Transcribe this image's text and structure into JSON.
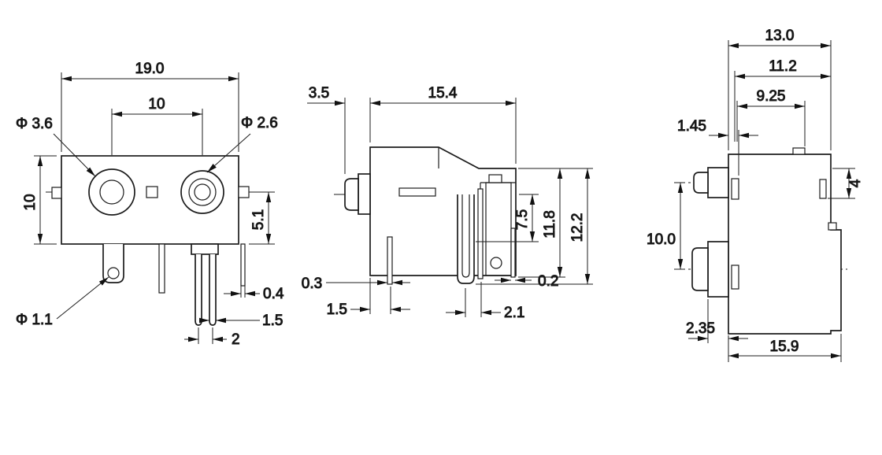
{
  "drawing": {
    "front": {
      "overall_width": "19.0",
      "hole_spacing": "10",
      "dia_left": "Φ 3.6",
      "dia_right": "Φ 2.6",
      "body_height": "10",
      "center_to_bottom": "5.1",
      "pin_thickness": "0.4",
      "pin_width": "1.5",
      "pin_pitch": "2",
      "hole_dia": "Φ 1.1"
    },
    "side": {
      "barrel_length": "3.5",
      "body_length": "15.4",
      "center_to_pin": "7.5",
      "height_inner": "11.8",
      "height_overall": "12.2",
      "pin_thk_left": "0.3",
      "pin_offset_left": "1.5",
      "pin_thk_right": "0.2",
      "pin_offset_right": "2.1"
    },
    "rear": {
      "width_top": "13.0",
      "width_mid": "11.2",
      "width_inner": "9.25",
      "edge_offset": "1.45",
      "flange_height": "4",
      "barrel_spacing": "10.0",
      "bottom_offset": "2.35",
      "overall_width": "15.9"
    }
  }
}
